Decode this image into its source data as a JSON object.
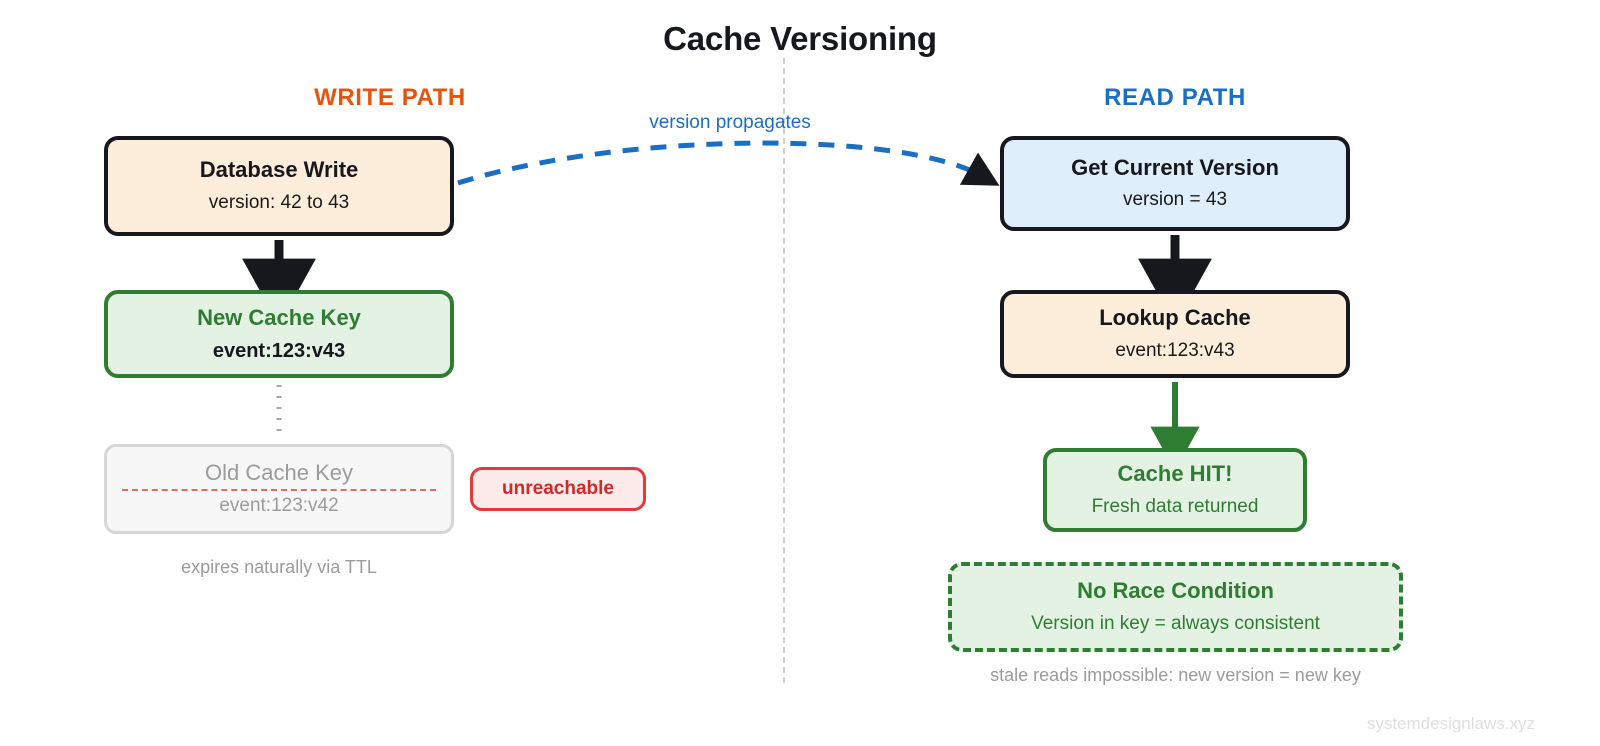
{
  "title": "Cache Versioning",
  "columns": {
    "write_label": "WRITE PATH",
    "read_label": "READ PATH",
    "write_color": "#e8540c",
    "read_color": "#1a6fc4"
  },
  "nodes": {
    "db_write": {
      "title": "Database Write",
      "sub": "version: 42 to 43"
    },
    "new_key": {
      "title": "New Cache Key",
      "sub": "event:123:v43"
    },
    "old_key": {
      "title": "Old Cache Key",
      "sub": "event:123:v42"
    },
    "get_version": {
      "title": "Get Current Version",
      "sub": "version = 43"
    },
    "lookup": {
      "title": "Lookup Cache",
      "sub": "event:123:v43"
    },
    "cache_hit": {
      "title": "Cache HIT!",
      "sub": "Fresh data returned"
    },
    "no_race": {
      "title": "No Race Condition",
      "sub": "Version in key = always consistent"
    }
  },
  "badges": {
    "unreachable": "unreachable"
  },
  "captions": {
    "ttl": "expires naturally via TTL",
    "stale": "stale reads impossible: new version = new key"
  },
  "edges": {
    "propagates_label": "version propagates"
  },
  "footer": {
    "watermark": "systemdesignlaws.xyz"
  },
  "colors": {
    "green": "#2e7d32",
    "blue": "#1a6fc4",
    "orange": "#e8540c",
    "red": "#cf2b2b",
    "grey": "#9b9b9b",
    "cream": "#fdeedc",
    "light_blue": "#dfeefb",
    "light_green": "#e4f2e3"
  }
}
